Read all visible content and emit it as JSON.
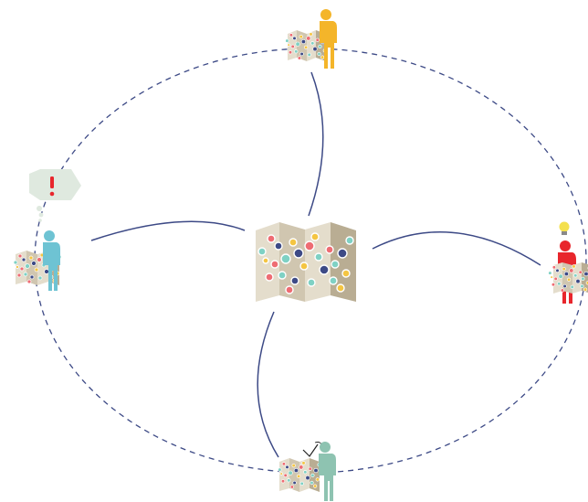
{
  "colors": {
    "ring": "#3d4a86",
    "connector": "#3d4a86",
    "map_light": "#e4ddcc",
    "map_mid": "#d0c6b0",
    "map_dark": "#b9ad93",
    "dot_teal": "#7fd1c4",
    "dot_coral": "#ee6c73",
    "dot_navy": "#3d4a86",
    "dot_yellow": "#f4c542",
    "person_top": "#f4b52a",
    "person_left": "#6ec3d3",
    "person_right": "#e8262c",
    "person_bottom": "#8ec3b1",
    "speech_bubble": "#dfe9df",
    "exclamation": "#e8262c",
    "lightbulb": "#f4e04d"
  },
  "nodes": [
    {
      "id": "center",
      "content": "shared-map"
    },
    {
      "id": "top",
      "content": "person-reading-map",
      "person_color": "person_top"
    },
    {
      "id": "left",
      "content": "person-with-question",
      "person_color": "person_left",
      "badge": "exclamation-bubble"
    },
    {
      "id": "right",
      "content": "person-with-idea",
      "person_color": "person_right",
      "badge": "lightbulb"
    },
    {
      "id": "bottom",
      "content": "person-checking-map",
      "person_color": "person_bottom",
      "badge": "checkmark"
    }
  ],
  "edges": [
    {
      "from": "center",
      "to": "top"
    },
    {
      "from": "center",
      "to": "left"
    },
    {
      "from": "center",
      "to": "right"
    },
    {
      "from": "center",
      "to": "bottom"
    }
  ],
  "ring": {
    "style": "dashed",
    "connects": [
      "top",
      "right",
      "bottom",
      "left"
    ]
  }
}
